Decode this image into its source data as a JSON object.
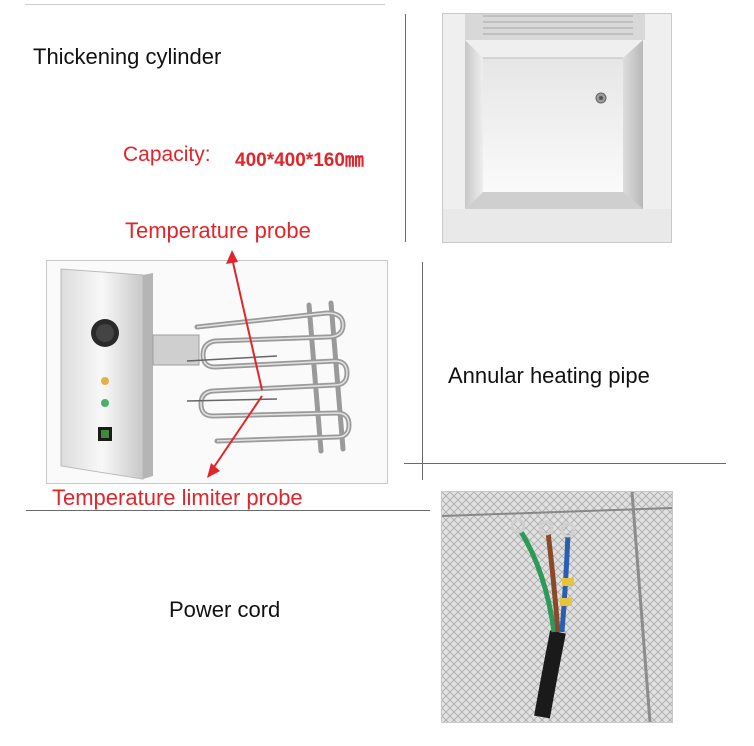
{
  "labels": {
    "thickening": "Thickening cylinder",
    "capacity_label": "Capacity:",
    "capacity_value": "400*400*160㎜",
    "temp_probe": "Temperature probe",
    "annular": "Annular heating pipe",
    "limiter_probe": "Temperature limiter probe",
    "power_cord": "Power cord"
  },
  "colors": {
    "annotation": "#e0262a",
    "text": "#111111",
    "divider": "#6a6a6a",
    "wire_green": "#2e9a5a",
    "wire_brown": "#8a4a2a",
    "wire_blue": "#2a5fb0"
  }
}
